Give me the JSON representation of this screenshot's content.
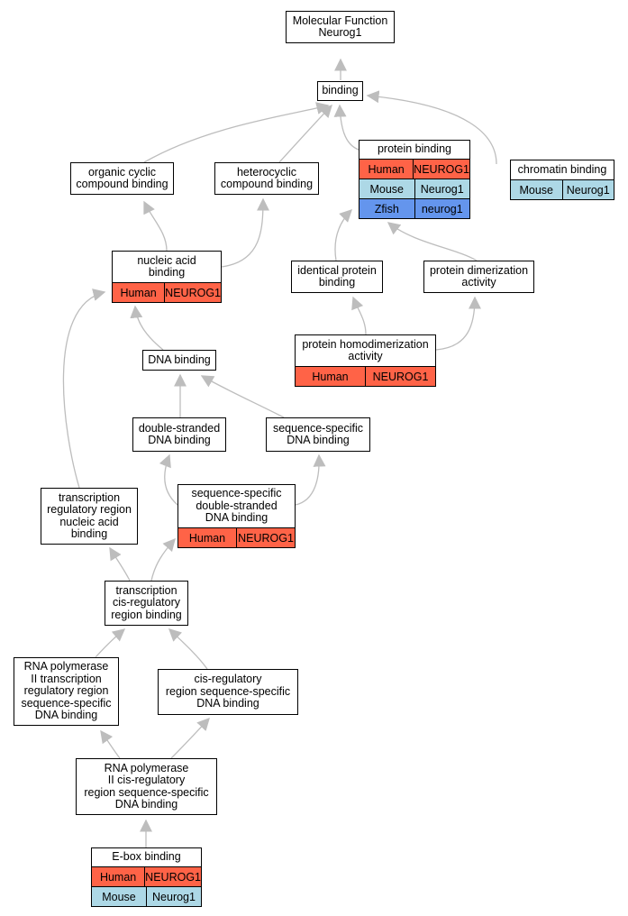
{
  "colors": {
    "edge": "#bdbdbd",
    "Human": "#ff6347",
    "Mouse": "#add8e6",
    "Zfish": "#6495ed"
  },
  "nodes": [
    {
      "id": "mf",
      "label": "Molecular Function\nNeurog1",
      "orthologs": []
    },
    {
      "id": "binding",
      "label": "binding",
      "orthologs": []
    },
    {
      "id": "ocb",
      "label": "organic cyclic\ncompound binding",
      "orthologs": []
    },
    {
      "id": "hcb",
      "label": "heterocyclic\ncompound binding",
      "orthologs": []
    },
    {
      "id": "pb",
      "label": "protein binding",
      "orthologs": [
        {
          "species": "Human",
          "gene": "NEUROG1"
        },
        {
          "species": "Mouse",
          "gene": "Neurog1"
        },
        {
          "species": "Zfish",
          "gene": "neurog1"
        }
      ]
    },
    {
      "id": "cb",
      "label": "chromatin binding",
      "orthologs": [
        {
          "species": "Mouse",
          "gene": "Neurog1"
        }
      ]
    },
    {
      "id": "nab",
      "label": "nucleic acid\nbinding",
      "orthologs": [
        {
          "species": "Human",
          "gene": "NEUROG1"
        }
      ]
    },
    {
      "id": "ipb",
      "label": "identical protein\nbinding",
      "orthologs": []
    },
    {
      "id": "pda",
      "label": "protein dimerization\nactivity",
      "orthologs": []
    },
    {
      "id": "phda",
      "label": "protein homodimerization\nactivity",
      "orthologs": [
        {
          "species": "Human",
          "gene": "NEUROG1"
        }
      ]
    },
    {
      "id": "dnab",
      "label": "DNA binding",
      "orthologs": []
    },
    {
      "id": "dsdb",
      "label": "double-stranded\nDNA binding",
      "orthologs": []
    },
    {
      "id": "ssdb",
      "label": "sequence-specific\nDNA binding",
      "orthologs": []
    },
    {
      "id": "trrnab",
      "label": "transcription\nregulatory region\nnucleic acid\nbinding",
      "orthologs": []
    },
    {
      "id": "ssdsdb",
      "label": "sequence-specific\ndouble-stranded\nDNA binding",
      "orthologs": [
        {
          "species": "Human",
          "gene": "NEUROG1"
        }
      ]
    },
    {
      "id": "tcrrb",
      "label": "transcription\ncis-regulatory\nregion binding",
      "orthologs": []
    },
    {
      "id": "rnap2tr",
      "label": "RNA polymerase\nII transcription\nregulatory region\nsequence-specific\nDNA binding",
      "orthologs": []
    },
    {
      "id": "crrssdb",
      "label": "cis-regulatory\nregion sequence-specific\nDNA binding",
      "orthologs": []
    },
    {
      "id": "rnap2cr",
      "label": "RNA polymerase\nII cis-regulatory\nregion sequence-specific\nDNA binding",
      "orthologs": []
    },
    {
      "id": "ebox",
      "label": "E-box binding",
      "orthologs": [
        {
          "species": "Human",
          "gene": "NEUROG1"
        },
        {
          "species": "Mouse",
          "gene": "Neurog1"
        }
      ]
    }
  ],
  "edges": [
    [
      "binding",
      "mf"
    ],
    [
      "ocb",
      "binding"
    ],
    [
      "hcb",
      "binding"
    ],
    [
      "pb",
      "binding"
    ],
    [
      "cb",
      "binding"
    ],
    [
      "nab",
      "ocb"
    ],
    [
      "nab",
      "hcb"
    ],
    [
      "ipb",
      "pb"
    ],
    [
      "pda",
      "pb"
    ],
    [
      "phda",
      "ipb"
    ],
    [
      "phda",
      "pda"
    ],
    [
      "dnab",
      "nab"
    ],
    [
      "dsdb",
      "dnab"
    ],
    [
      "ssdb",
      "dnab"
    ],
    [
      "trrnab",
      "nab"
    ],
    [
      "ssdsdb",
      "dsdb"
    ],
    [
      "ssdsdb",
      "ssdb"
    ],
    [
      "tcrrb",
      "trrnab"
    ],
    [
      "tcrrb",
      "ssdsdb"
    ],
    [
      "rnap2tr",
      "tcrrb"
    ],
    [
      "crrssdb",
      "tcrrb"
    ],
    [
      "rnap2cr",
      "rnap2tr"
    ],
    [
      "rnap2cr",
      "crrssdb"
    ],
    [
      "ebox",
      "rnap2cr"
    ]
  ]
}
